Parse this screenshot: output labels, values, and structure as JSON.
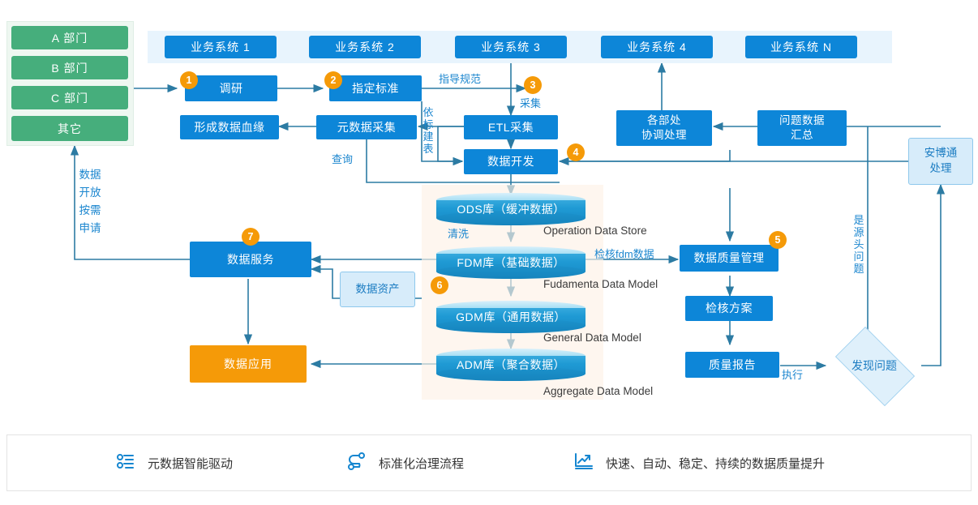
{
  "departments": {
    "items": [
      {
        "label": "A 部门"
      },
      {
        "label": "B 部门"
      },
      {
        "label": "C 部门"
      },
      {
        "label": "其它"
      }
    ]
  },
  "business_systems": {
    "items": [
      {
        "label": "业务系统 1"
      },
      {
        "label": "业务系统 2"
      },
      {
        "label": "业务系统 3"
      },
      {
        "label": "业务系统 4"
      },
      {
        "label": "业务系统 N"
      }
    ]
  },
  "process": {
    "research": "调研",
    "standard": "指定标准",
    "etl": "ETL采集",
    "data_dev": "数据开发",
    "metadata_collect": "元数据采集",
    "lineage": "形成数据血缘",
    "dept_coordination": "各部处\n协调处理",
    "dept_coordination_l1": "各部处",
    "dept_coordination_l2": "协调处理",
    "problem_data_l1": "问题数据",
    "problem_data_l2": "汇总",
    "anbotong_l1": "安博通",
    "anbotong_l2": "处理",
    "data_quality": "数据质量管理",
    "check_plan": "检核方案",
    "quality_report": "质量报告",
    "found_problem": "发现问题",
    "data_service": "数据服务",
    "data_asset": "数据资产",
    "data_application": "数据应用"
  },
  "databases": [
    {
      "label": "ODS库（缓冲数据）",
      "caption": "Operation Data Store"
    },
    {
      "label": "FDM库（基础数据）",
      "caption": "Fudamenta Data Model"
    },
    {
      "label": "GDM库（通用数据）",
      "caption": "General Data Model"
    },
    {
      "label": "ADM库（聚合数据）",
      "caption": "Aggregate Data Model"
    }
  ],
  "edge_labels": {
    "guide_spec": "指导规范",
    "collect": "采集",
    "query": "查询",
    "build_table": "依标建表",
    "build_table_chars": [
      "依",
      "标",
      "建",
      "表"
    ],
    "clean": "清洗",
    "check_fdm": "检核fdm数据",
    "execute": "执行",
    "is_source_problem": "是源头问题",
    "is_source_problem_chars": [
      "是",
      "源",
      "头",
      "问",
      "题"
    ],
    "data_open_lines": [
      "数据",
      "开放",
      "按需",
      "申请"
    ]
  },
  "badges": [
    "1",
    "2",
    "3",
    "4",
    "5",
    "6",
    "7"
  ],
  "legend": {
    "items": [
      {
        "icon": "sliders-icon",
        "label": "元数据智能驱动"
      },
      {
        "icon": "flow-nodes-icon",
        "label": "标准化治理流程"
      },
      {
        "icon": "chart-growth-icon",
        "label": "快速、自动、稳定、持续的数据质量提升"
      }
    ]
  },
  "colors": {
    "blue": "#0d86d8",
    "green": "#46ae7c",
    "orange": "#f59a08",
    "light_blue": "#d7ecfa",
    "line": "#2c7ba3",
    "warm_panel": "#fdf1e7"
  }
}
